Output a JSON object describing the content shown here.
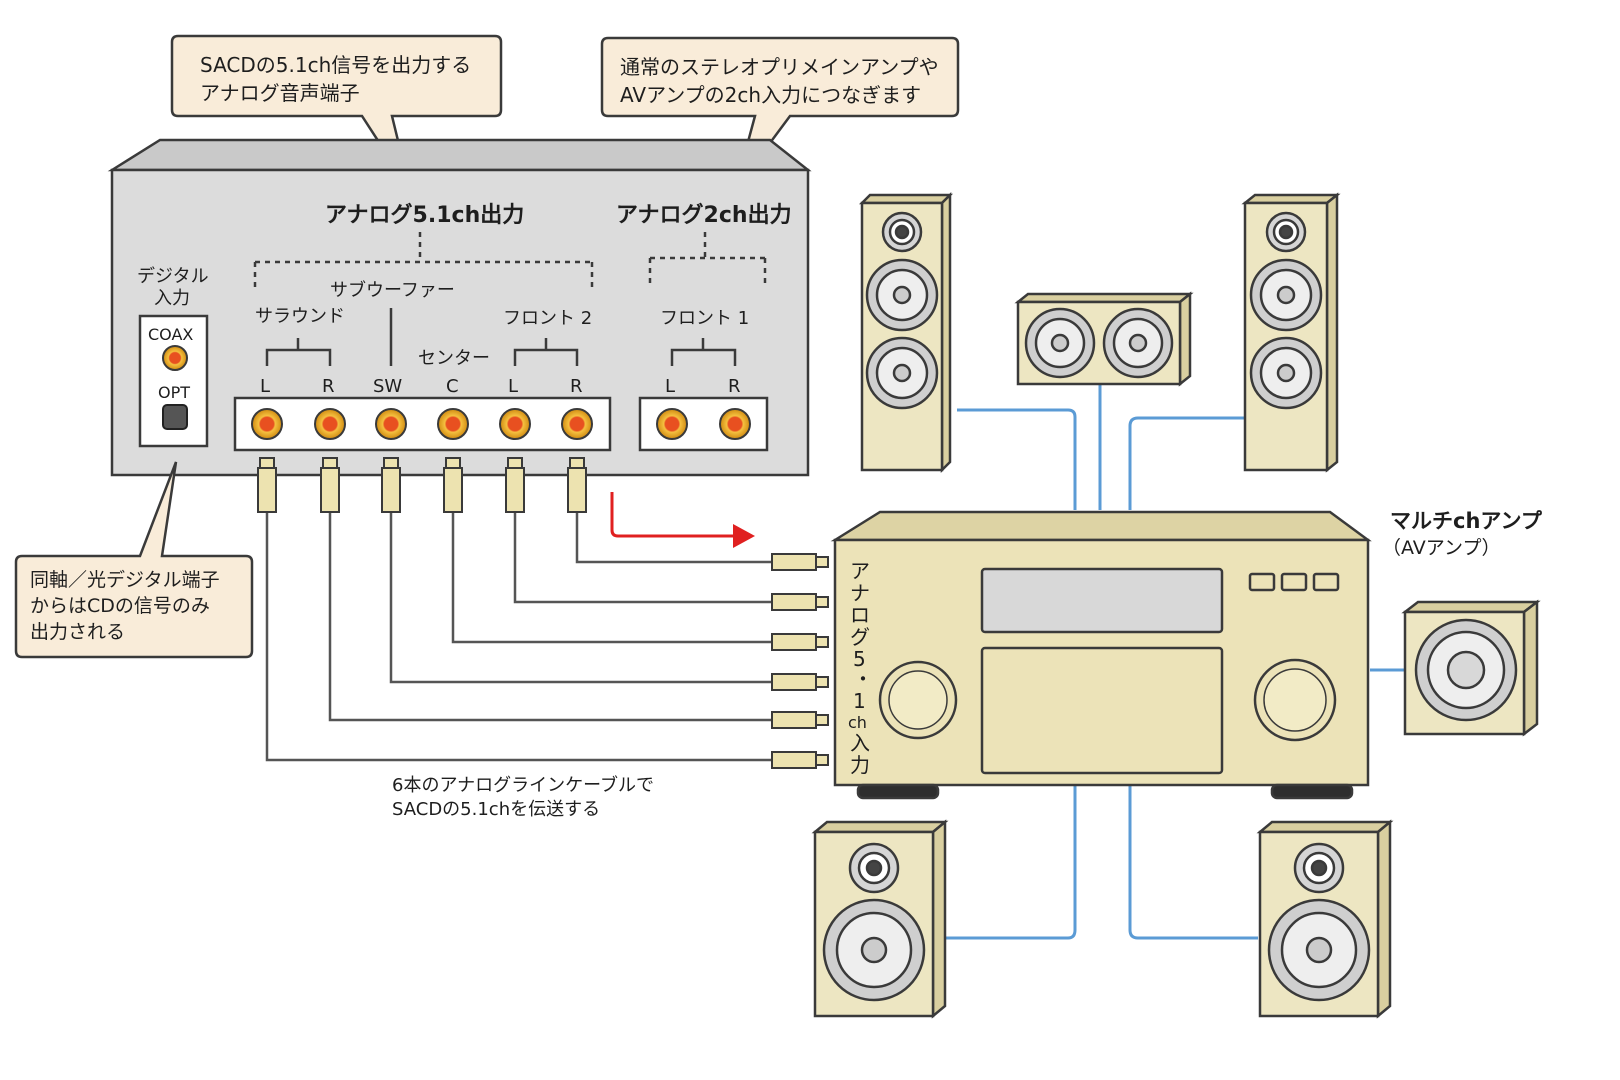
{
  "callouts": {
    "sacd_analog": [
      "SACDの5.1ch信号を出力する",
      "アナログ音声端子"
    ],
    "stereo_2ch": [
      "通常のステレオプリメインアンプや",
      "AVアンプの2ch入力につなぎます"
    ],
    "digital_note": [
      "同軸／光デジタル端子",
      "からはCDの信号のみ",
      "出力される"
    ]
  },
  "player": {
    "analog51_title": "アナログ5.1ch出力",
    "analog2_title": "アナログ2ch出力",
    "digital_in": [
      "デジタル",
      "入力"
    ],
    "coax": "COAX",
    "opt": "OPT",
    "subwoofer": "サブウーファー",
    "surround": "サラウンド",
    "center": "センター",
    "front2": "フロント 2",
    "front1": "フロント 1",
    "channel_labels": [
      "L",
      "R",
      "SW",
      "C",
      "L",
      "R"
    ],
    "stereo_labels": [
      "L",
      "R"
    ]
  },
  "amp": {
    "title": "マルチchアンプ",
    "subtitle": "（AVアンプ）",
    "input_label": [
      "ア",
      "ナ",
      "ロ",
      "グ",
      "5",
      "・",
      "1",
      "ch",
      "入",
      "力"
    ]
  },
  "cable_note": [
    "6本のアナログラインケーブルで",
    "SACDの5.1chを伝送する"
  ],
  "colors": {
    "panel": "#dcdcdc",
    "callout_fill": "#f9ecd9",
    "speaker": "#ede6c2",
    "amp": "#ece3b8",
    "rca_ring": "#e8a020",
    "cable_blue": "#5b9bd5",
    "arrow_red": "#e02020"
  }
}
